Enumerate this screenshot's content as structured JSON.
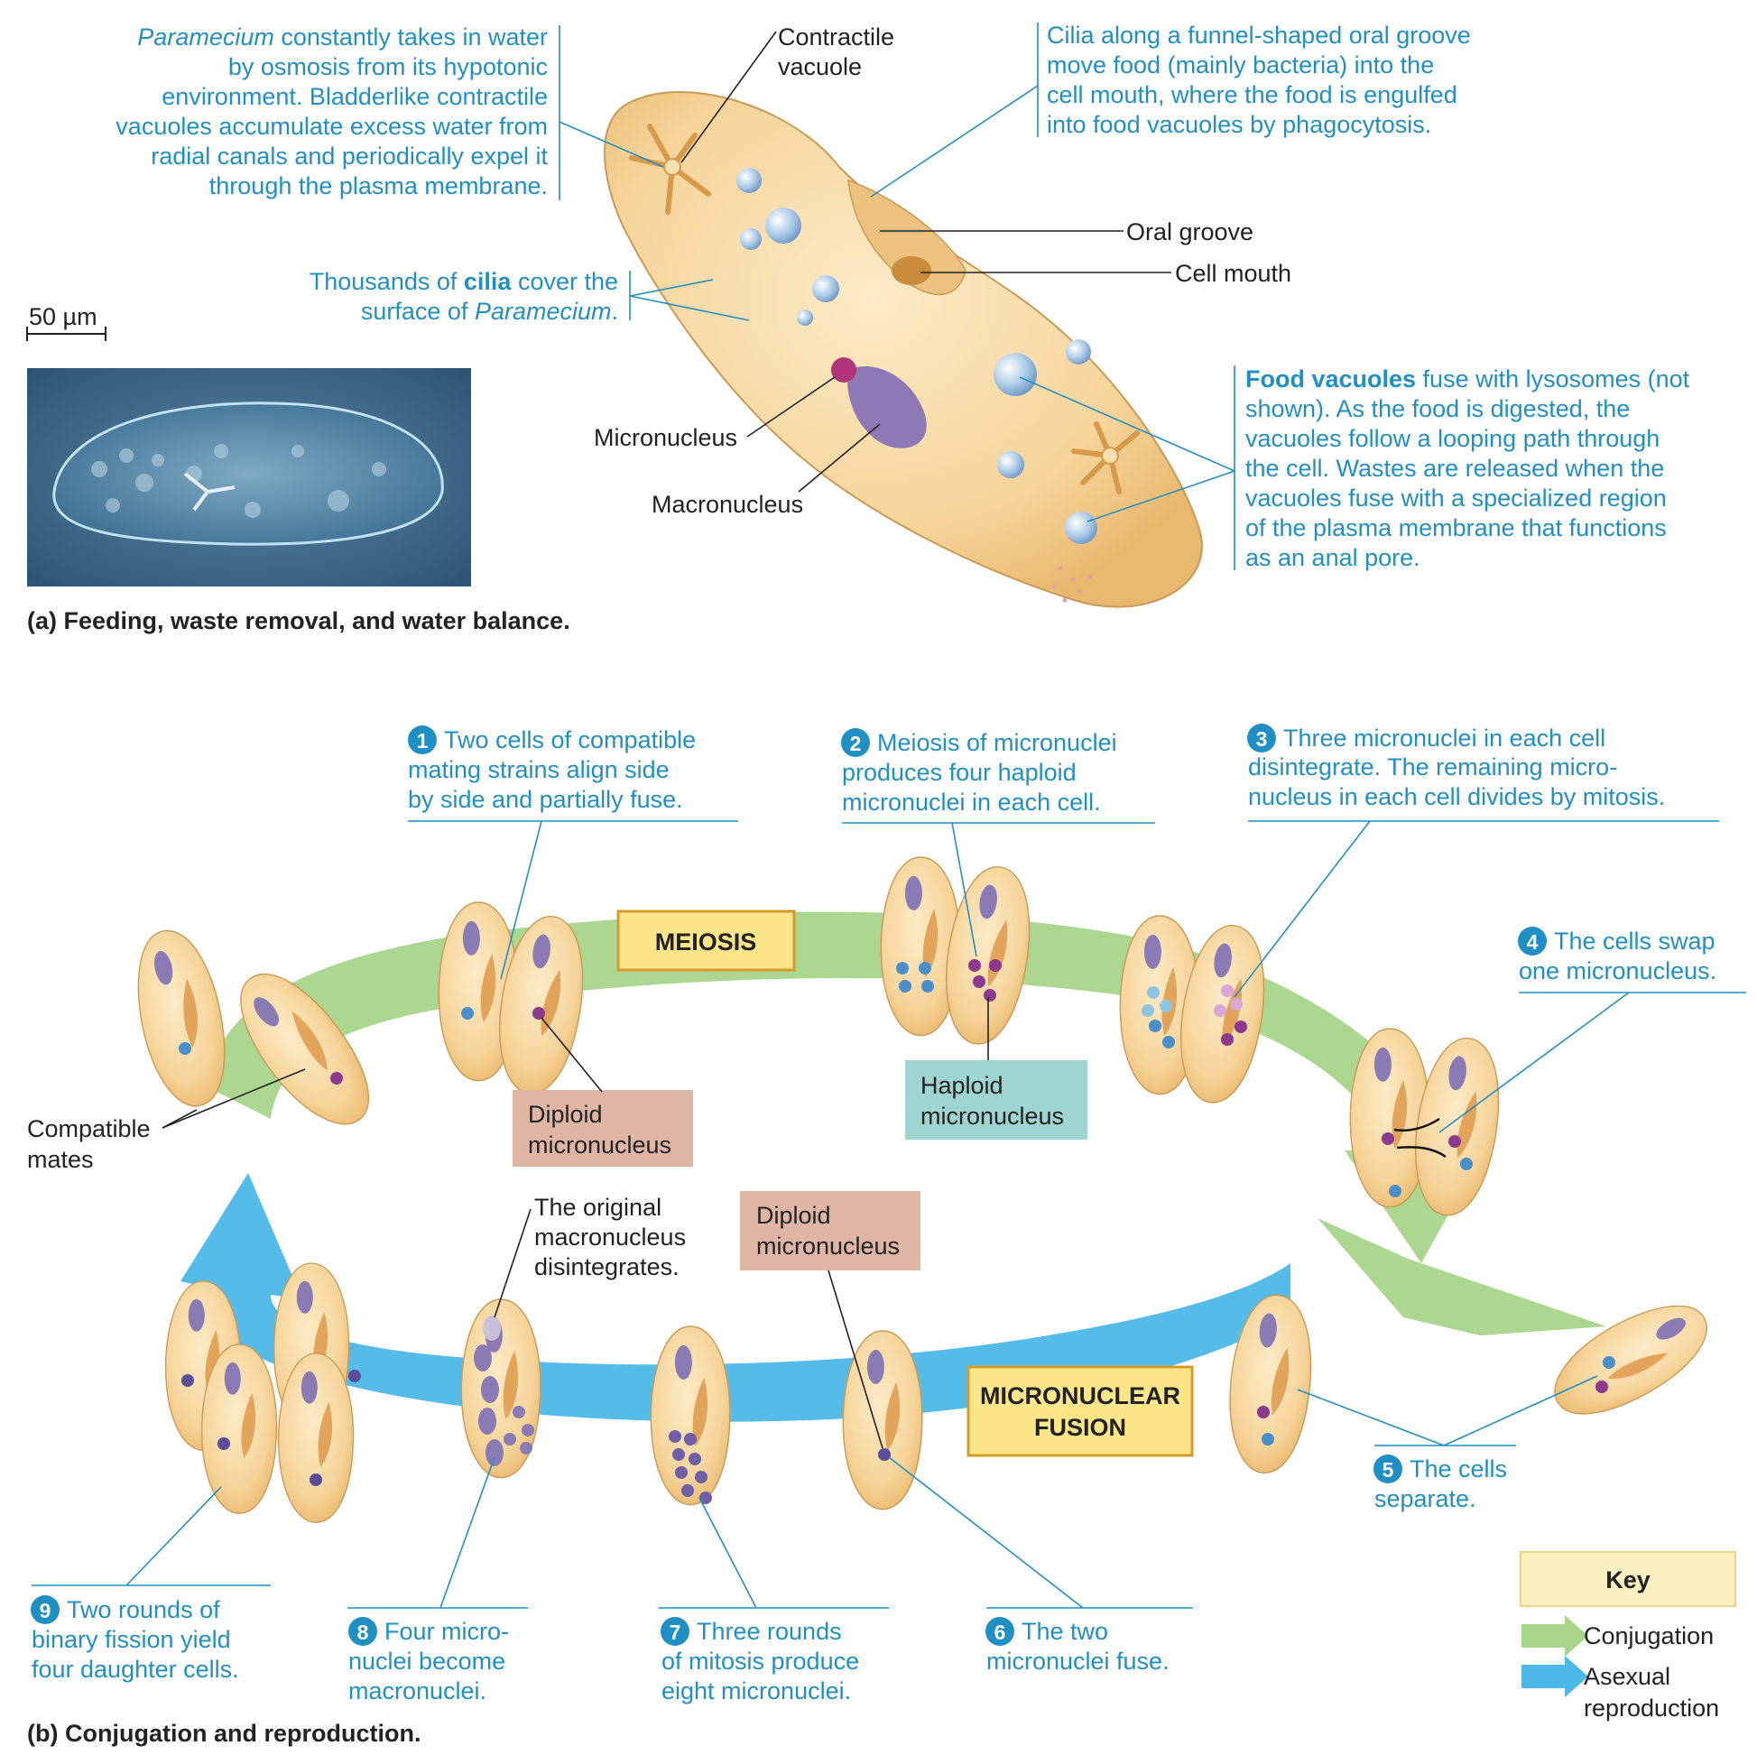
{
  "part_a": {
    "caption": "(a) Feeding, waste removal, and water balance.",
    "scale_bar": "50 µm",
    "water_text": {
      "line1_italic": "Paramecium",
      "line1_rest": " constantly takes in water",
      "line2": "by osmosis from its hypotonic",
      "line3": "environment. Bladderlike contractile",
      "line4": "vacuoles accumulate excess water from",
      "line5": "radial canals and periodically expel it",
      "line6": "through the plasma membrane."
    },
    "cilia_text": {
      "line1_pre": "Thousands of ",
      "line1_bold": "cilia",
      "line1_post": " cover the",
      "line2_pre": "surface of ",
      "line2_italic": "Paramecium",
      "line2_post": "."
    },
    "oral_text": {
      "line1": "Cilia along a funnel-shaped oral groove",
      "line2": "move food (mainly bacteria) into the",
      "line3": "cell mouth, where the food is engulfed",
      "line4": "into food vacuoles by phagocytosis."
    },
    "food_text": {
      "line1_bold": "Food vacuoles",
      "line1_rest": " fuse with lysosomes (not",
      "line2": "shown). As the food is digested, the",
      "line3": "vacuoles follow a looping path through",
      "line4": "the cell. Wastes are released when the",
      "line5": "vacuoles fuse with a specialized region",
      "line6": "of the plasma membrane that functions",
      "line7": "as an anal pore."
    },
    "labels": {
      "contractile_1": "Contractile",
      "contractile_2": "vacuole",
      "oral_groove": "Oral groove",
      "cell_mouth": "Cell mouth",
      "micronucleus": "Micronucleus",
      "macronucleus": "Macronucleus"
    }
  },
  "part_b": {
    "caption": "(b) Conjugation and reproduction.",
    "steps": [
      {
        "num": "1",
        "l1": "Two cells of compatible",
        "l2": "mating strains align side",
        "l3": "by side and partially fuse."
      },
      {
        "num": "2",
        "l1": "Meiosis of micronuclei",
        "l2": "produces four haploid",
        "l3": "micronuclei in each cell."
      },
      {
        "num": "3",
        "l1": "Three micronuclei in each cell",
        "l2": "disintegrate. The remaining micro-",
        "l3": "nucleus in each cell divides by mitosis."
      },
      {
        "num": "4",
        "l1": "The cells swap",
        "l2": "one micronucleus."
      },
      {
        "num": "5",
        "l1": "The cells",
        "l2": "separate."
      },
      {
        "num": "6",
        "l1": "The two",
        "l2": "micronuclei fuse."
      },
      {
        "num": "7",
        "l1": "Three rounds",
        "l2": "of mitosis produce",
        "l3": "eight micronuclei."
      },
      {
        "num": "8",
        "l1": "Four micro-",
        "l2": "nuclei become",
        "l3": "macronuclei."
      },
      {
        "num": "9",
        "l1": "Two rounds of",
        "l2": "binary fission yield",
        "l3": "four daughter cells."
      }
    ],
    "meiosis": "MEIOSIS",
    "fusion_1": "MICRONUCLEAR",
    "fusion_2": "FUSION",
    "diploid_a_1": "Diploid",
    "diploid_a_2": "micronucleus",
    "haploid_1": "Haploid",
    "haploid_2": "micronucleus",
    "diploid_b_1": "Diploid",
    "diploid_b_2": "micronucleus",
    "compatible_1": "Compatible",
    "compatible_2": "mates",
    "original_1": "The original",
    "original_2": "macronucleus",
    "original_3": "disintegrates.",
    "key": {
      "title": "Key",
      "conjugation": "Conjugation",
      "asexual_1": "Asexual",
      "asexual_2": "reproduction"
    }
  },
  "colors": {
    "callout_blue": "#1f8fc4",
    "cell_fill": "#f6d49a",
    "conjugation_green": "#a8d58a",
    "asexual_blue": "#4cb8e8",
    "diploid_box": "#dfb5a3",
    "haploid_box": "#9fd5d0",
    "label_yellow": "#fde58a"
  }
}
